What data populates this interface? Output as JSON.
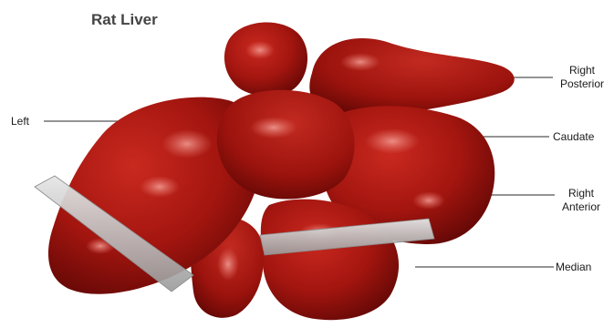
{
  "title": "Rat Liver",
  "labels": {
    "left": "Left",
    "right_posterior_line1": "Right",
    "right_posterior_line2": "Posterior",
    "caudate": "Caudate",
    "right_anterior_line1": "Right",
    "right_anterior_line2": "Anterior",
    "median": "Median"
  },
  "colors": {
    "liver_base": "#a3150f",
    "liver_dark": "#5e0705",
    "liver_highlight": "#e8776d",
    "leader_line": "#555555",
    "bar_fill": "#c9c9c9",
    "title_text": "#444444"
  }
}
